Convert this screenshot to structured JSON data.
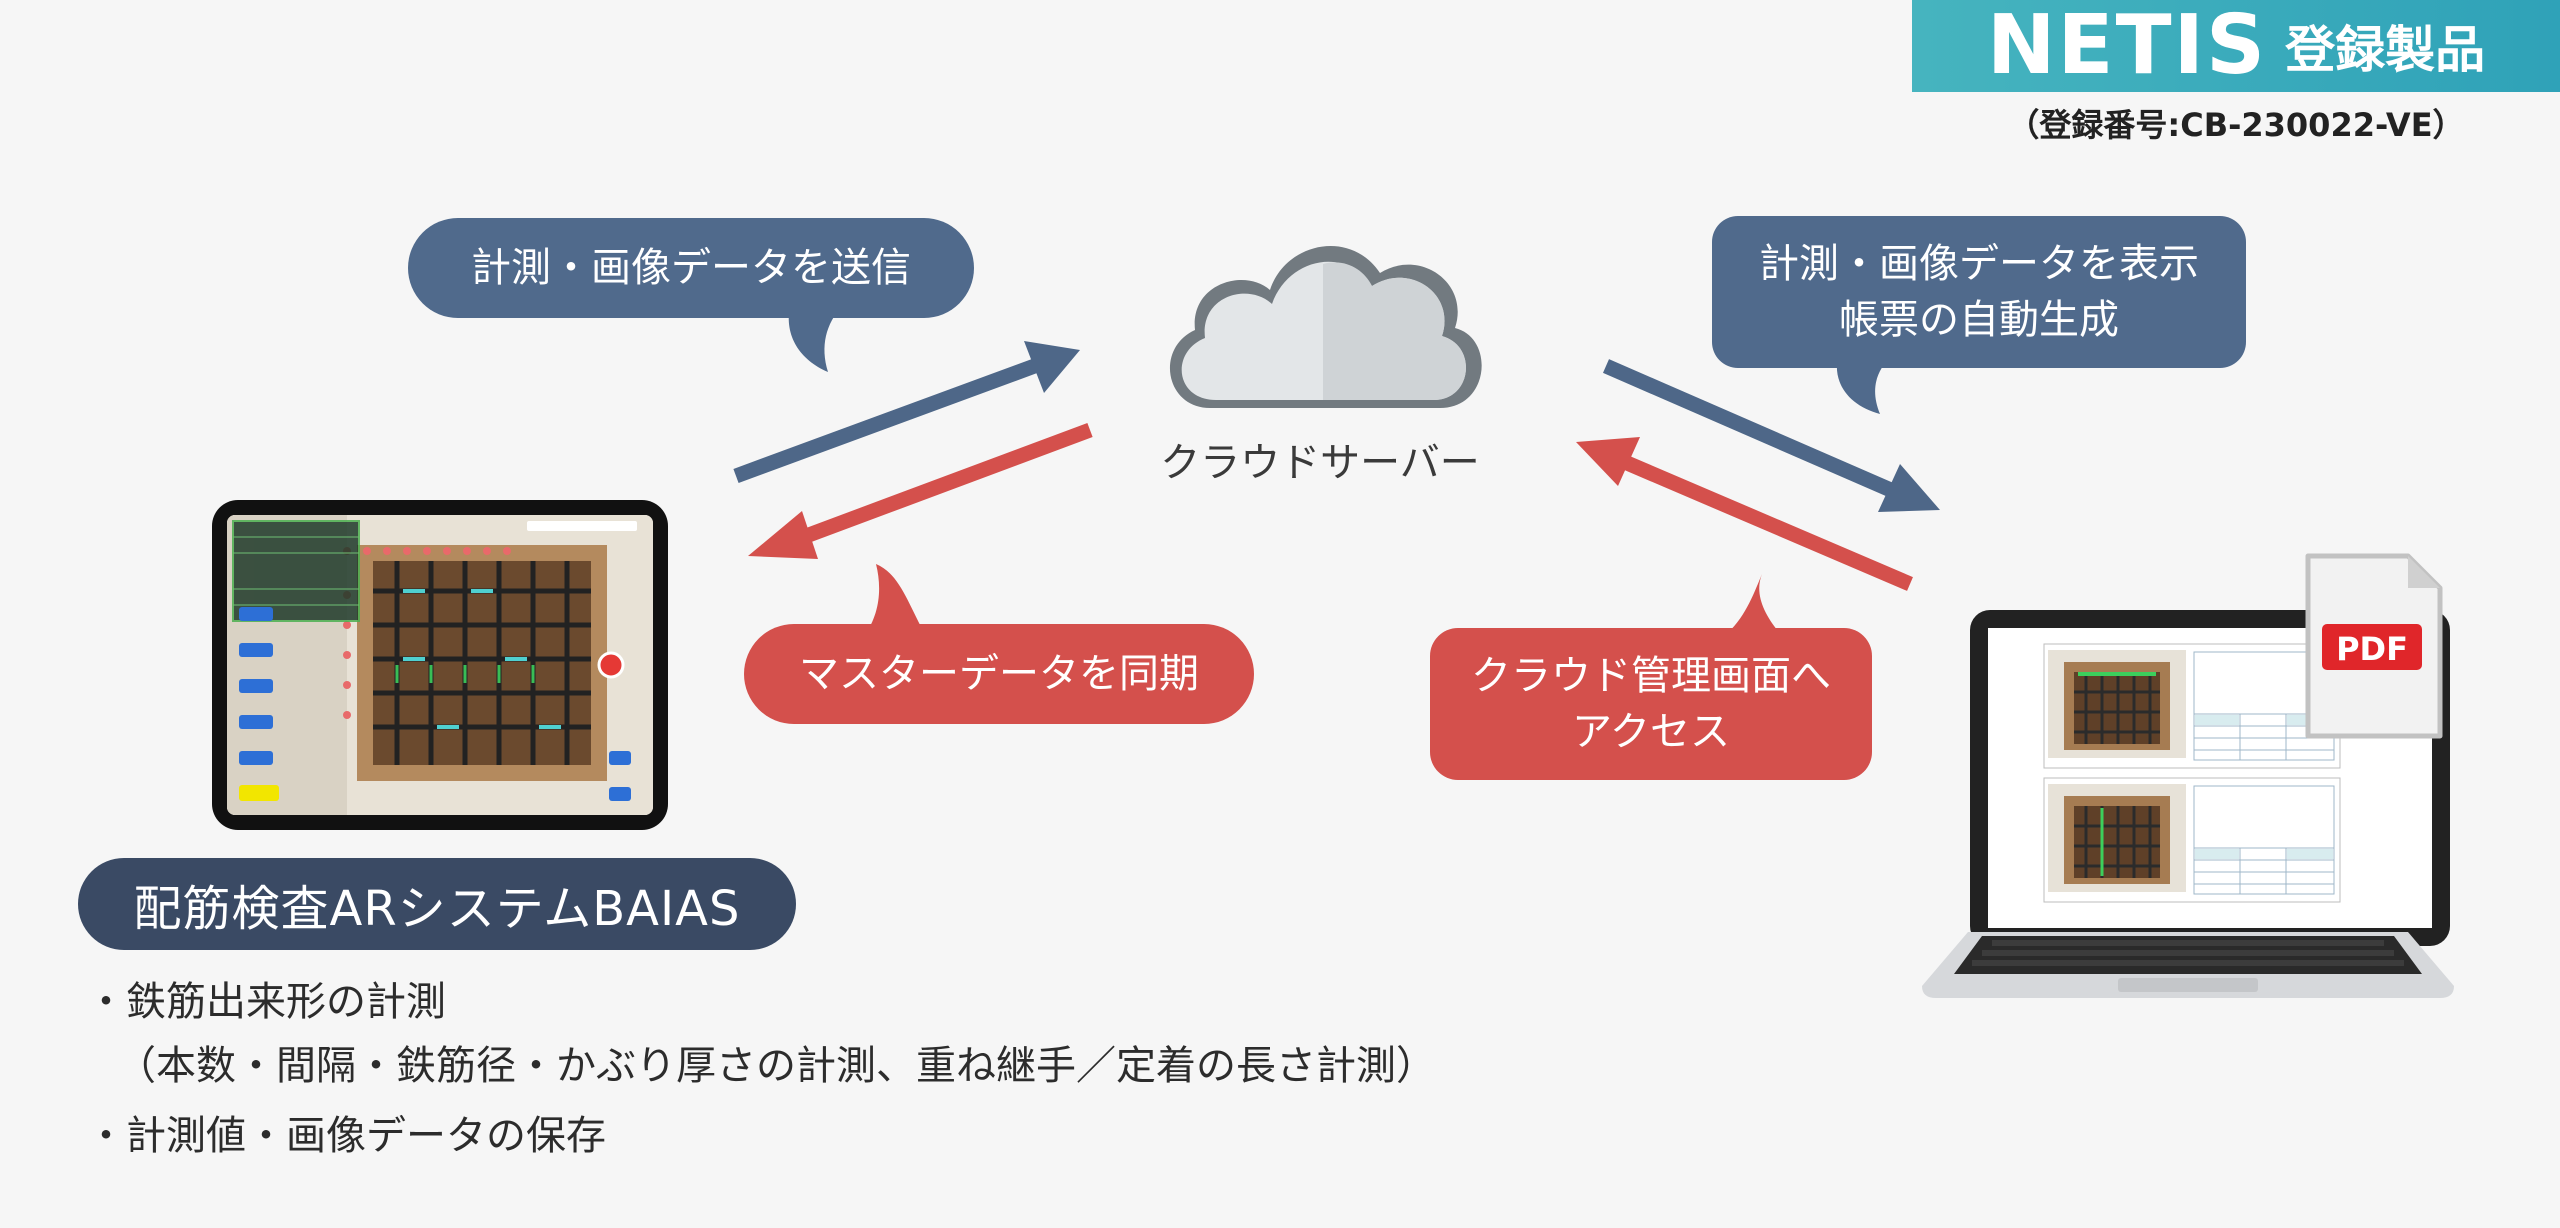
{
  "badge": {
    "title": "NETIS",
    "subtitle": "登録製品",
    "registration": "（登録番号:CB-230022-VE）"
  },
  "cloud": {
    "label": "クラウドサーバー",
    "icon": "cloud-icon"
  },
  "bubbles": {
    "send": "計測・画像データを送信",
    "sync": "マスターデータを同期",
    "display_line1": "計測・画像データを表示",
    "display_line2": "帳票の自動生成",
    "access_line1": "クラウド管理画面へ",
    "access_line2": "アクセス"
  },
  "system": {
    "title": "配筋検査ARシステムBAIAS",
    "bullet1": "・鉄筋出来形の計測",
    "bullet1_detail": "（本数・間隔・鉄筋径・かぶり厚さの計測、重ね継手／定着の長さ計測）",
    "bullet2": "・計測値・画像データの保存"
  },
  "pdf": {
    "label": "PDF"
  },
  "colors": {
    "blue": "#506a8c",
    "red": "#d4504c",
    "navy": "#3a4a64",
    "teal": "#3aaebb"
  }
}
